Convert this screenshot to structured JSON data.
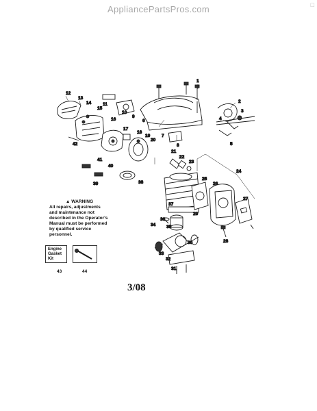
{
  "watermark": "AppliancePartsPros.com",
  "close_glyph": "□",
  "warning": {
    "title": "WARNING",
    "text": "All repairs, adjustments and maintenance not described in the Operator's Manual must be performed by qualified service personnel."
  },
  "gasket_kit": {
    "text": "Engine Gasket Kit",
    "number": "43"
  },
  "tool": {
    "number": "44"
  },
  "date_code": "3/08",
  "callouts": [
    {
      "id": "c1",
      "text": "1"
    },
    {
      "id": "c2",
      "text": "2"
    },
    {
      "id": "c3",
      "text": "3"
    },
    {
      "id": "c4",
      "text": "4"
    },
    {
      "id": "c5",
      "text": "5"
    },
    {
      "id": "c6",
      "text": "6"
    },
    {
      "id": "c7",
      "text": "7"
    },
    {
      "id": "c8",
      "text": "8"
    },
    {
      "id": "c9",
      "text": "9"
    },
    {
      "id": "c10",
      "text": "10"
    },
    {
      "id": "c11",
      "text": "11"
    },
    {
      "id": "c12",
      "text": "12"
    },
    {
      "id": "c13",
      "text": "13"
    },
    {
      "id": "c14",
      "text": "14"
    },
    {
      "id": "c15",
      "text": "15"
    },
    {
      "id": "c16",
      "text": "16"
    },
    {
      "id": "c17",
      "text": "17"
    },
    {
      "id": "c18",
      "text": "18"
    },
    {
      "id": "c19",
      "text": "19"
    },
    {
      "id": "c20",
      "text": "20"
    },
    {
      "id": "c21",
      "text": "21"
    },
    {
      "id": "c22",
      "text": "22"
    },
    {
      "id": "c23",
      "text": "23"
    },
    {
      "id": "c24",
      "text": "24"
    },
    {
      "id": "c25",
      "text": "25"
    },
    {
      "id": "c26",
      "text": "26"
    },
    {
      "id": "c27",
      "text": "27"
    },
    {
      "id": "c28",
      "text": "28"
    },
    {
      "id": "c29",
      "text": "29"
    },
    {
      "id": "c30",
      "text": "30"
    },
    {
      "id": "c31",
      "text": "31"
    },
    {
      "id": "c32",
      "text": "32"
    },
    {
      "id": "c33",
      "text": "33"
    },
    {
      "id": "c34",
      "text": "34"
    },
    {
      "id": "c35",
      "text": "35"
    },
    {
      "id": "c36",
      "text": "36"
    },
    {
      "id": "c37",
      "text": "37"
    },
    {
      "id": "c38",
      "text": "38"
    },
    {
      "id": "c39",
      "text": "39"
    },
    {
      "id": "c40",
      "text": "40"
    },
    {
      "id": "c41",
      "text": "41"
    },
    {
      "id": "c42",
      "text": "42"
    }
  ]
}
